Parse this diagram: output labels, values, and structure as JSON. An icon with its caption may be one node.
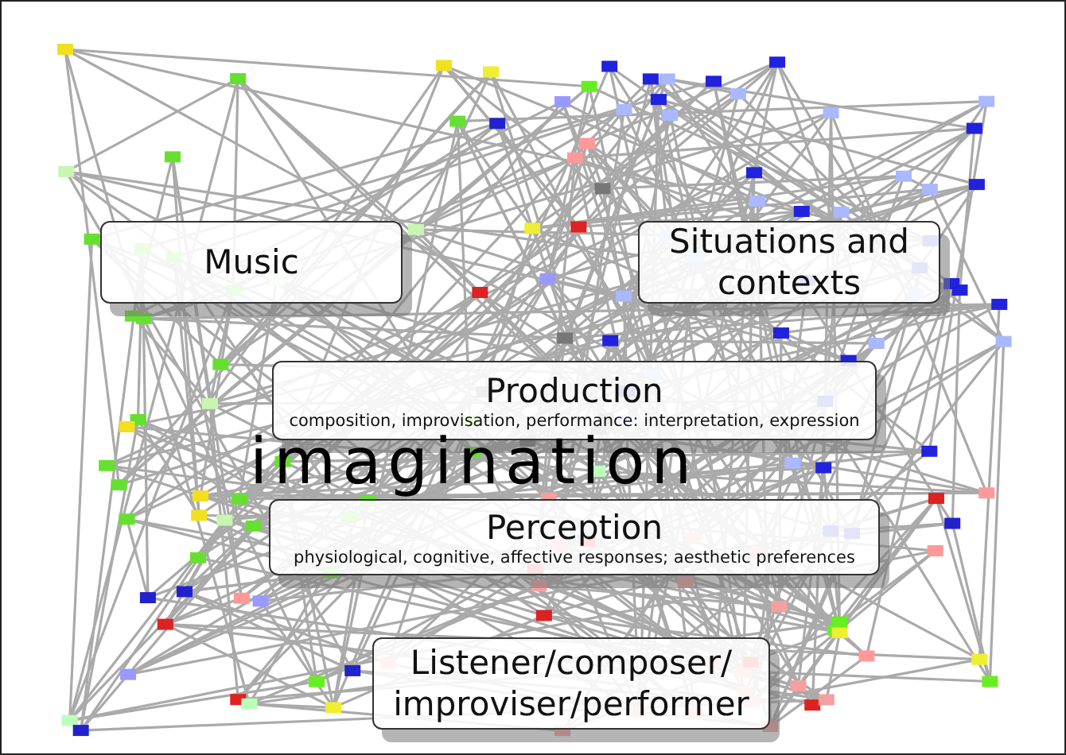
{
  "diagram": {
    "nodes": [
      {
        "text": [
          "Music"
        ]
      },
      {
        "text": [
          "Situations and contexts"
        ]
      },
      {
        "text": [
          "Production",
          "composition, improvisation, performance: interpretation, expression"
        ]
      },
      {
        "text": [
          "Perception",
          "physiological, cognitive, affective responses; aesthetic preferences"
        ]
      },
      {
        "text": [
          "Listener/composer/ improviser/performer"
        ]
      }
    ],
    "labels": [
      "imagination"
    ]
  }
}
